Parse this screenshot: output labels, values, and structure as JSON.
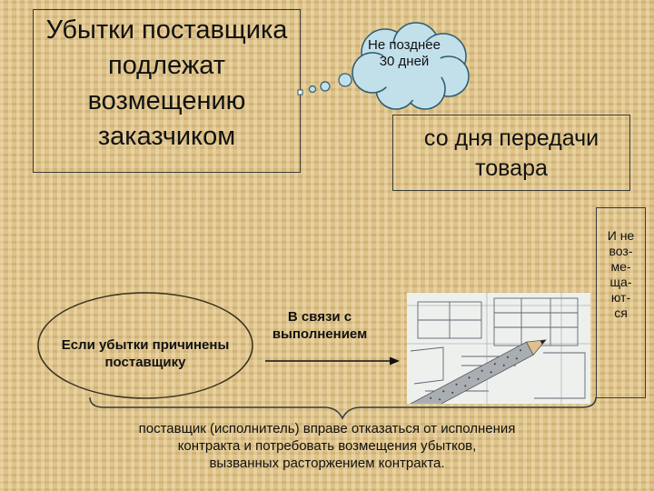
{
  "main_box": {
    "lines": [
      "Убытки поставщика",
      "подлежат",
      "возмещению",
      "заказчиком"
    ]
  },
  "cloud": {
    "lines": [
      "Не позднее",
      "30 дней"
    ]
  },
  "date_box": {
    "lines": [
      "со дня передачи",
      "товара"
    ]
  },
  "right_box": {
    "lines": [
      "И не",
      "воз-",
      "ме-",
      "ща-",
      "ют-",
      "ся"
    ]
  },
  "ellipse": {
    "lines": [
      "Если убытки причинены",
      "поставщику"
    ]
  },
  "arrow_label": {
    "lines": [
      "В связи с",
      "выполнением"
    ]
  },
  "bottom": {
    "lines": [
      "поставщик (исполнитель) вправе отказаться от исполнения",
      "контракта и потребовать возмещения убытков,",
      "вызванных расторжением  контракта."
    ]
  },
  "colors": {
    "cloud_fill": "#c2e0ea",
    "cloud_stroke": "#2f5b70",
    "ellipse_stroke": "#3a3222",
    "background": "#ddc289"
  },
  "icons": {
    "image": "blueprint-with-pencil-image",
    "brace": "curly-brace"
  }
}
